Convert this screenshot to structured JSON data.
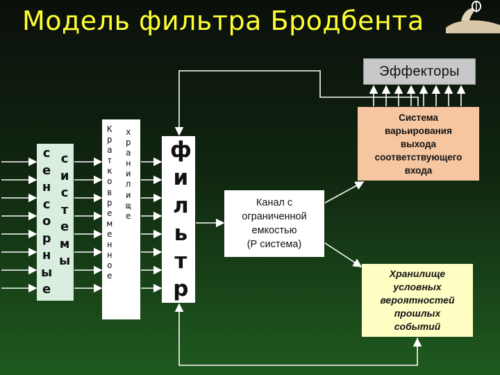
{
  "title": "Модель фильтра Бродбента",
  "effectors": {
    "label": "Эффекторы"
  },
  "system": {
    "lines": [
      "Система",
      "варьирования",
      "выхода",
      "соответствующего",
      "входа"
    ]
  },
  "channel": {
    "lines": [
      "Канал с",
      "ограниченной",
      "емкостью",
      "(Р система)"
    ]
  },
  "storage": {
    "lines": [
      "Хранилище",
      "условных",
      "вероятностей",
      "прошлых",
      "событий"
    ]
  },
  "sensor": {
    "col1": [
      "с",
      "е",
      "н",
      "с",
      "о",
      "р",
      "н",
      "ы",
      "е"
    ],
    "col2": [
      "с",
      "и",
      "с",
      "т",
      "е",
      "м",
      "ы"
    ]
  },
  "shortterm": {
    "col1": [
      "К",
      "р",
      "а",
      "т",
      "к",
      "о",
      "в",
      "р",
      "е",
      "м",
      "е",
      "н",
      "н",
      "о",
      "е"
    ],
    "col2": [
      "х",
      "р",
      "а",
      "н",
      "и",
      "л",
      "и",
      "щ",
      "е"
    ]
  },
  "filter": {
    "letters": [
      "ф",
      "и",
      "л",
      "ь",
      "т",
      "р"
    ]
  },
  "colors": {
    "title": "#ffff33",
    "effectors": "#c8c8c8",
    "system": "#f6c6a0",
    "channel": "#ffffff",
    "storage": "#ffffc4",
    "sensor": "#d9eede",
    "arrows": "#ffffff"
  },
  "icons": {
    "logo": "hand-logo-icon"
  }
}
